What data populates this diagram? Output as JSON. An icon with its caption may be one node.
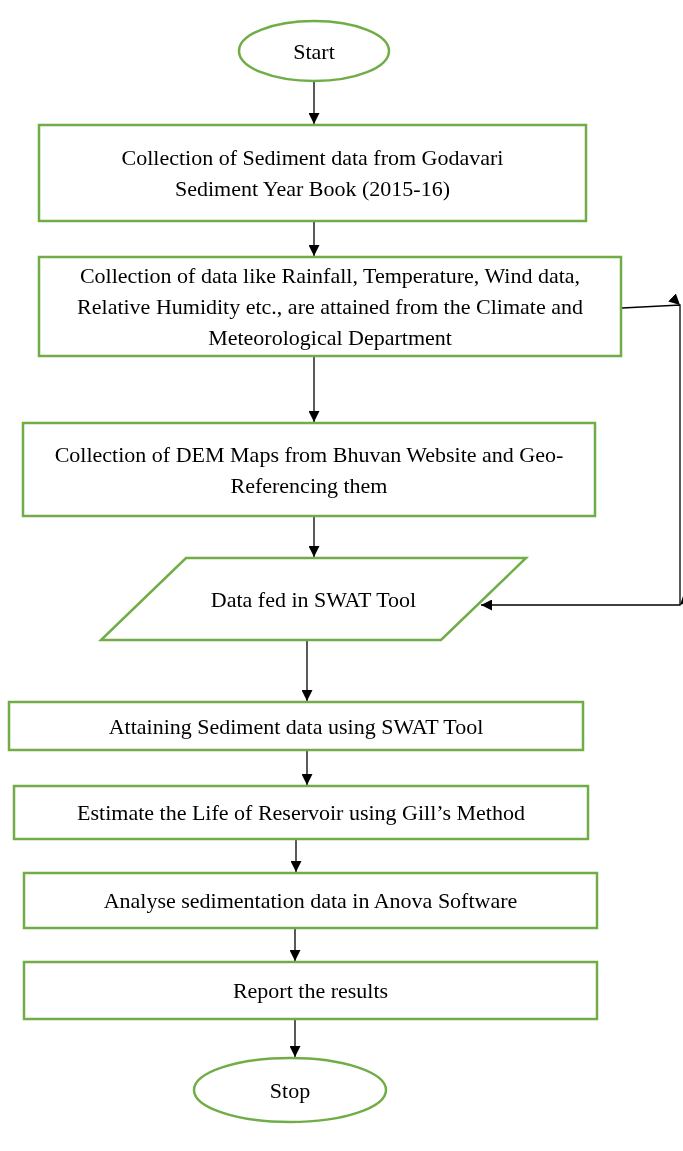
{
  "diagram": {
    "nodes": [
      {
        "text": [
          "Start"
        ]
      },
      {
        "text": [
          "Collection of Sediment data from Godavari Sediment Year Book (2015-16)"
        ]
      },
      {
        "text": [
          "Collection of data like Rainfall, Temperature, Wind data, Relative Humidity etc., are attained from the Climate and Meteorological Department"
        ]
      },
      {
        "text": [
          "Collection of DEM Maps from Bhuvan Website and Geo- Referencing them"
        ]
      },
      {
        "text": [
          "Data fed in SWAT Tool"
        ]
      },
      {
        "text": [
          "Attaining Sediment data using SWAT Tool"
        ]
      },
      {
        "text": [
          "Estimate the Life of Reservoir using Gill’s Method"
        ]
      },
      {
        "text": [
          "Analyse sedimentation data in Anova Software"
        ]
      },
      {
        "text": [
          "Report the results"
        ]
      },
      {
        "text": [
          "Stop"
        ]
      }
    ],
    "edges": [
      {
        "from": 0,
        "to": 1,
        "arrow": "to"
      },
      {
        "from": 1,
        "to": 2,
        "arrow": "to"
      },
      {
        "from": 2,
        "to": 3,
        "arrow": "to"
      },
      {
        "from": 3,
        "to": 4,
        "arrow": "to"
      },
      {
        "from": 4,
        "to": 5,
        "arrow": "to"
      },
      {
        "from": 5,
        "to": 6,
        "arrow": "to"
      },
      {
        "from": 6,
        "to": 7,
        "arrow": "to"
      },
      {
        "from": 7,
        "to": 8,
        "arrow": "to"
      },
      {
        "from": 8,
        "to": 9,
        "arrow": "to"
      },
      {
        "from": 2,
        "to": 4,
        "arrow": "to"
      }
    ]
  }
}
